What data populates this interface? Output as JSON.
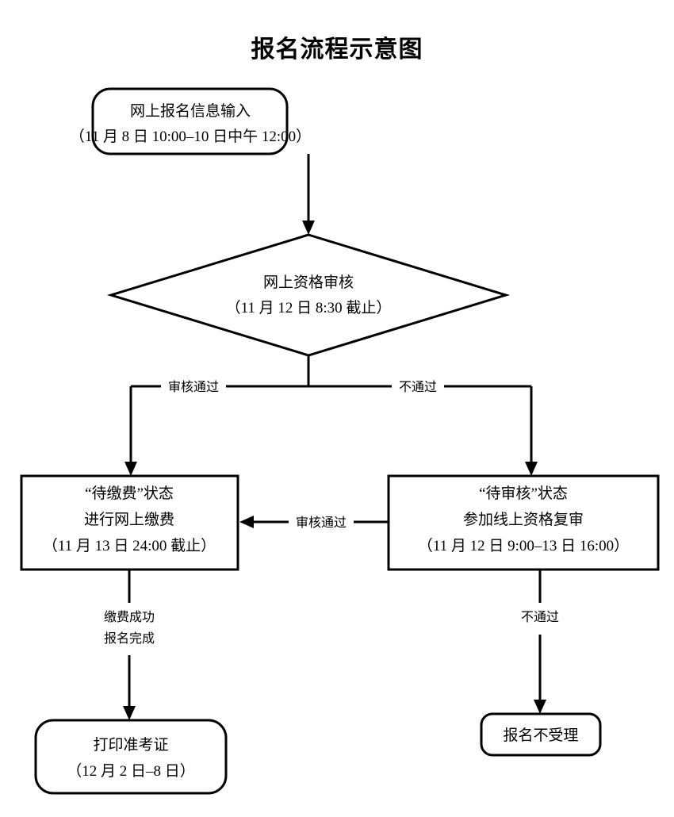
{
  "diagram": {
    "title": "报名流程示意图",
    "type": "flowchart",
    "background_color": "#ffffff",
    "line_color": "#000000",
    "text_color": "#000000",
    "nodes": [
      {
        "id": "online-registration-input",
        "shape": "rounded-rectangle",
        "lines": [
          "网上报名信息输入",
          "（11 月 8 日 10:00–10 日中午 12:00）"
        ]
      },
      {
        "id": "online-qualification-review",
        "shape": "diamond",
        "lines": [
          "网上资格审核",
          "（11 月 12 日 8:30 截止）"
        ]
      },
      {
        "id": "pending-payment",
        "shape": "rectangle",
        "lines": [
          "“待缴费”状态",
          "进行网上缴费",
          "（11 月 13 日 24:00 截止）"
        ]
      },
      {
        "id": "pending-review",
        "shape": "rectangle",
        "lines": [
          "“待审核”状态",
          "参加线上资格复审",
          "（11 月 12 日 9:00–13 日 16:00）"
        ]
      },
      {
        "id": "print-admission-ticket",
        "shape": "rounded-rectangle",
        "lines": [
          "打印准考证",
          "（12 月 2 日–8 日）"
        ]
      },
      {
        "id": "registration-not-accepted",
        "shape": "rounded-rectangle",
        "lines": [
          "报名不受理"
        ]
      }
    ],
    "edges": [
      {
        "id": "input-to-review",
        "label": ""
      },
      {
        "id": "review-to-payment",
        "label": "审核通过"
      },
      {
        "id": "review-to-recheck",
        "label": "不通过"
      },
      {
        "id": "recheck-to-payment",
        "label": "审核通过"
      },
      {
        "id": "payment-to-print-line1",
        "label": "缴费成功"
      },
      {
        "id": "payment-to-print-line2",
        "label": "报名完成"
      },
      {
        "id": "recheck-to-rejected",
        "label": "不通过"
      }
    ]
  }
}
